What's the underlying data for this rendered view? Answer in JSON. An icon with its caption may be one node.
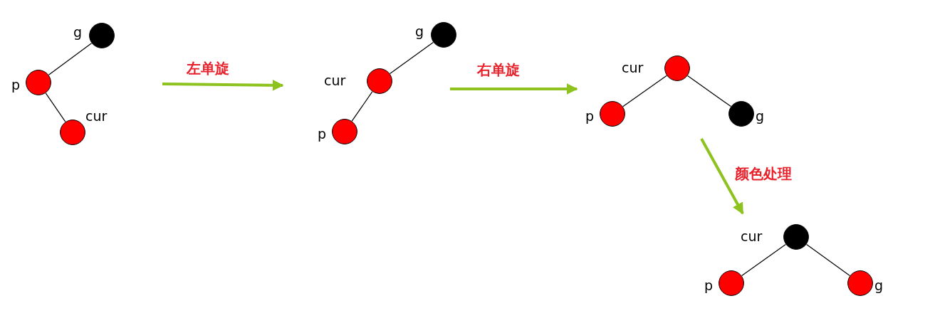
{
  "diagram": {
    "nodes": [
      {
        "text": [],
        "shape": "circle",
        "beside": [
          "g"
        ]
      },
      {
        "text": [],
        "shape": "circle",
        "beside": [
          "p"
        ]
      },
      {
        "text": [],
        "shape": "circle",
        "beside": [
          "cur"
        ]
      },
      {
        "text": [],
        "shape": "circle",
        "beside": [
          "g"
        ]
      },
      {
        "text": [],
        "shape": "circle",
        "beside": [
          "cur"
        ]
      },
      {
        "text": [],
        "shape": "circle",
        "beside": [
          "p"
        ]
      },
      {
        "text": [],
        "shape": "circle",
        "beside": [
          "cur"
        ]
      },
      {
        "text": [],
        "shape": "circle",
        "beside": [
          "p"
        ]
      },
      {
        "text": [],
        "shape": "circle",
        "beside": [
          "g"
        ]
      },
      {
        "text": [],
        "shape": "circle",
        "beside": [
          "cur"
        ]
      },
      {
        "text": [],
        "shape": "circle",
        "beside": [
          "p"
        ]
      },
      {
        "text": [],
        "shape": "circle",
        "beside": [
          "g"
        ]
      }
    ],
    "edges": [
      {
        "from": 0,
        "to": 1,
        "arrow": "none"
      },
      {
        "from": 1,
        "to": 2,
        "arrow": "none"
      },
      {
        "from": 3,
        "to": 4,
        "arrow": "none"
      },
      {
        "from": 4,
        "to": 5,
        "arrow": "none"
      },
      {
        "from": 6,
        "to": 7,
        "arrow": "none"
      },
      {
        "from": 6,
        "to": 8,
        "arrow": "none"
      },
      {
        "from": 9,
        "to": 10,
        "arrow": "none"
      },
      {
        "from": 9,
        "to": 11,
        "arrow": "none"
      }
    ],
    "labels": [
      "左单旋",
      "右单旋",
      "颜色处理"
    ]
  }
}
